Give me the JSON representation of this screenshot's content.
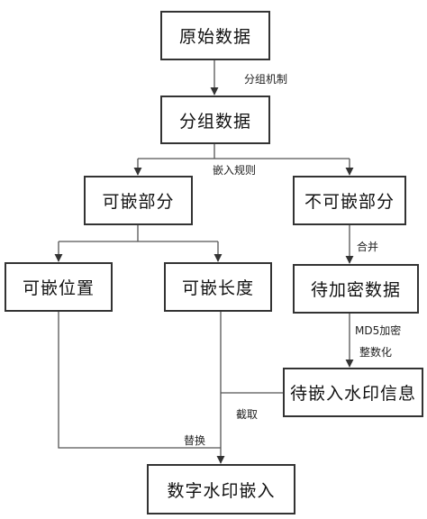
{
  "nodes": {
    "raw_data": "原始数据",
    "grouped_data": "分组数据",
    "embeddable_part": "可嵌部分",
    "non_embeddable_part": "不可嵌部分",
    "embeddable_position": "可嵌位置",
    "embeddable_length": "可嵌长度",
    "data_to_encrypt": "待加密数据",
    "watermark_info": "待嵌入水印信息",
    "watermark_embedding": "数字水印嵌入"
  },
  "edge_labels": {
    "grouping_mechanism": "分组机制",
    "embedding_rule": "嵌入规则",
    "merge": "合并",
    "md5_encrypt": "MD5加密",
    "integerize": "整数化",
    "truncate": "截取",
    "replace": "替换"
  }
}
